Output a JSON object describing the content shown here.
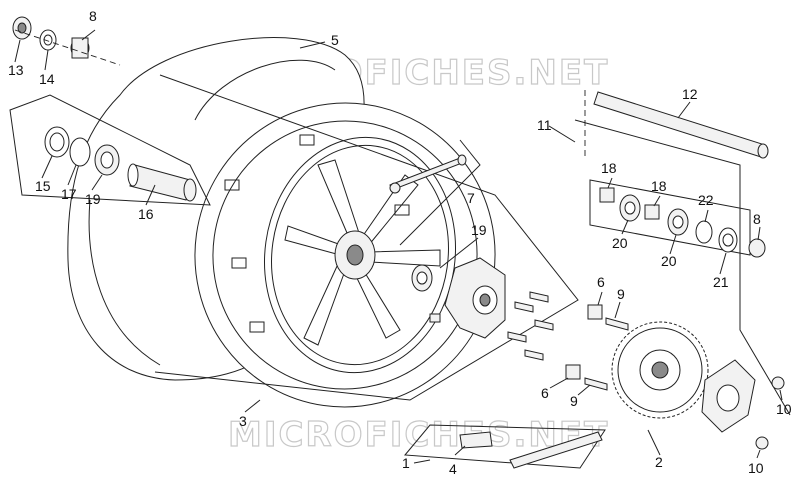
{
  "diagram": {
    "watermark_text": "MICROFICHES.NET",
    "callouts": [
      "1",
      "2",
      "3",
      "4",
      "5",
      "6",
      "6",
      "7",
      "8",
      "8",
      "9",
      "9",
      "10",
      "10",
      "11",
      "12",
      "13",
      "14",
      "15",
      "16",
      "17",
      "18",
      "18",
      "19",
      "19",
      "20",
      "20",
      "21",
      "22"
    ]
  }
}
